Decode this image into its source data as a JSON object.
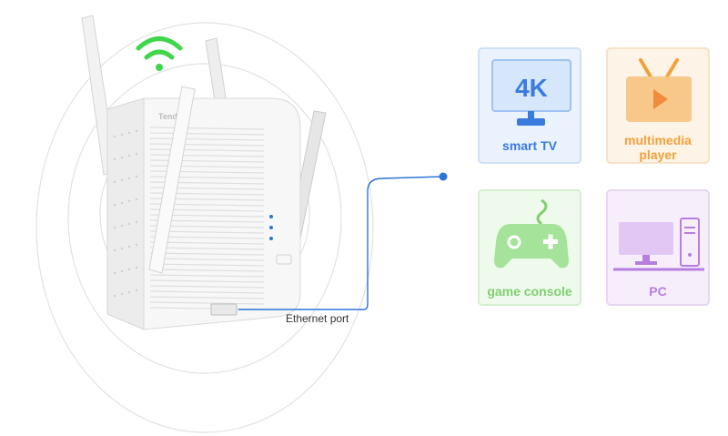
{
  "connection": {
    "port_label": "Ethernet port"
  },
  "device": {
    "brand_text": "Tenda"
  },
  "devices": [
    {
      "label_lines": [
        "smart TV"
      ],
      "icon": "smart-tv-icon",
      "screen_text": "4K",
      "color": "#3a7be0"
    },
    {
      "label_lines": [
        "multimedia",
        "player"
      ],
      "icon": "media-player-icon",
      "color": "#f2a13a"
    },
    {
      "label_lines": [
        "game console"
      ],
      "icon": "game-controller-icon",
      "color": "#7fcf6e"
    },
    {
      "label_lines": [
        "PC"
      ],
      "icon": "desktop-pc-icon",
      "color": "#b77ee0"
    }
  ],
  "colors": {
    "wifi": "#3fd64a",
    "cable": "#2b74d8",
    "device_body": "#f7f7f7"
  }
}
